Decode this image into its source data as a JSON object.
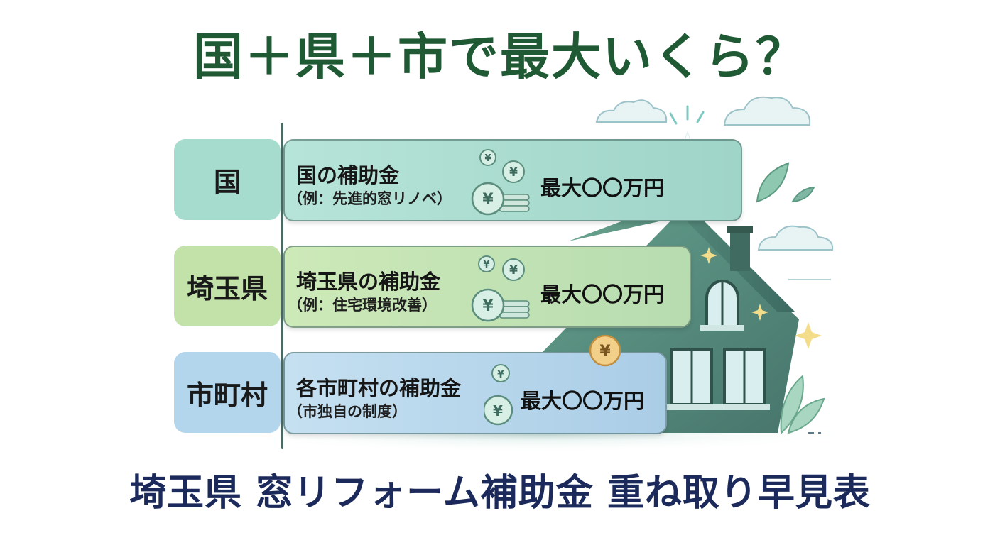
{
  "headline": "国＋県＋市で最大いくら？",
  "footer_title": "埼玉県 窓リフォーム補助金 重ね取り早見表",
  "rows": [
    {
      "label": "国",
      "title": "国の補助金",
      "subtitle": "（例：先進的窓リノベ）",
      "amount": "最大〇〇万円"
    },
    {
      "label": "埼玉県",
      "title": "埼玉県の補助金",
      "subtitle": "（例：住宅環境改善）",
      "amount": "最大〇〇万円"
    },
    {
      "label": "市町村",
      "title": "各市町村の補助金",
      "subtitle": "（市独自の制度）",
      "amount": "最大〇〇万円"
    }
  ],
  "coin_symbol": "¥",
  "colors": {
    "headline": "#1f5a35",
    "footer_title": "#1b2a5a",
    "row_national": "#a6dccd",
    "row_prefecture": "#c2e2aa",
    "row_municipal": "#b4d6ec",
    "house": "#4d8676"
  },
  "icons": [
    "yen-coin-icon",
    "house-illustration",
    "cloud-icon",
    "leaf-icon",
    "sparkle-icon"
  ]
}
